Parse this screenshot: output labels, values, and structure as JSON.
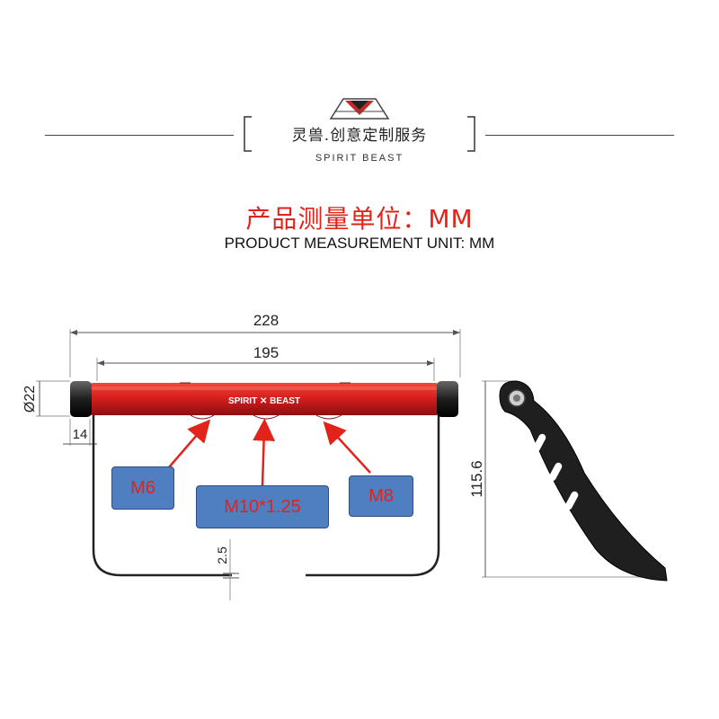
{
  "header": {
    "brand_cn": "灵兽.创意定制服务",
    "brand_en": "SPIRIT BEAST"
  },
  "unit": {
    "cn": "产品测量单位：MM",
    "en": "PRODUCT MEASUREMENT UNIT: MM"
  },
  "bar": {
    "logo_text": "SPIRIT ✕ BEAST",
    "color": "#d81e1e"
  },
  "dimensions": {
    "overall_length": "228",
    "bar_length": "195",
    "diameter": "Ø22",
    "end_length": "14",
    "gap": "2.5",
    "side_height": "115.6"
  },
  "callouts": {
    "left": "M6",
    "center": "M10*1.25",
    "right": "M8"
  },
  "colors": {
    "accent_red": "#e2231a",
    "callout_blue": "#4f7fc0",
    "bracket": "#222222"
  }
}
